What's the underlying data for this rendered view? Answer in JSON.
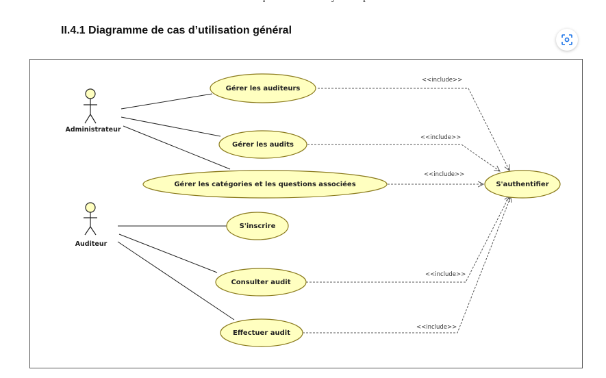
{
  "document": {
    "top_line": "déterminant les besoins de l'utilisateur et tout ce que doit faire le système pour l'acteur ».",
    "section_title": "II.4.1 Diagramme de cas d’utilisation général"
  },
  "toolbar": {
    "lens_icon": "visual-search-lens-icon"
  },
  "diagram": {
    "actors": {
      "administrateur": "Administrateur",
      "auditeur": "Auditeur"
    },
    "use_cases": {
      "gerer_auditeurs": "Gérer les auditeurs",
      "gerer_audits": "Gérer les audits",
      "gerer_categories": "Gérer les catégories et les questions associées",
      "sinscrire": "S'inscrire",
      "consulter_audit": "Consulter audit",
      "effectuer_audit": "Effectuer audit",
      "sauthentifier": "S'authentifier"
    },
    "stereotype": "<<include>>",
    "colors": {
      "use_case_fill": "#ffffc0",
      "use_case_stroke": "#8a7a1c",
      "line": "#222222",
      "dependency": "#555555"
    }
  }
}
